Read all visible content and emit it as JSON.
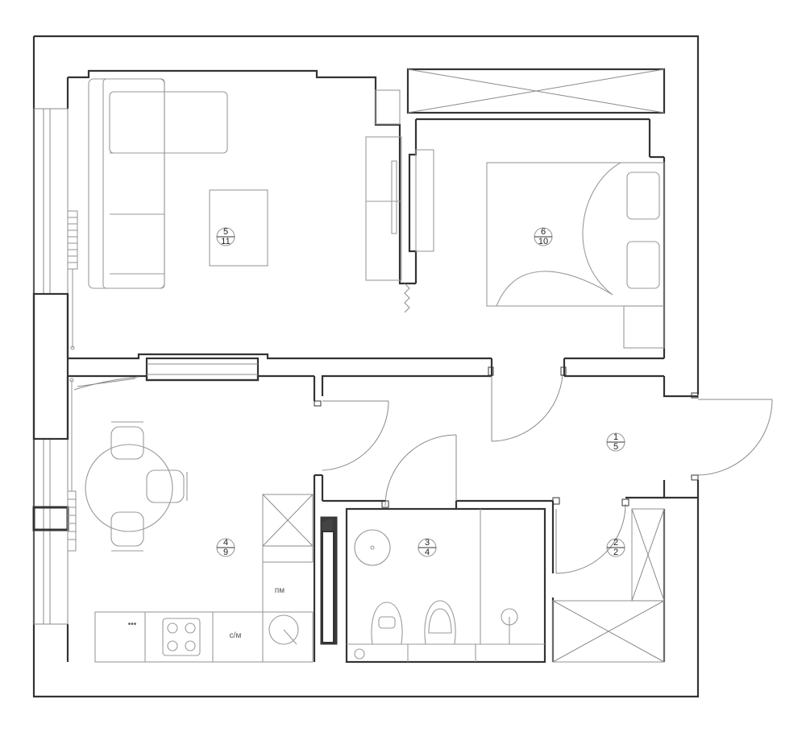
{
  "rooms": [
    {
      "number": "1",
      "area": "5"
    },
    {
      "number": "2",
      "area": "2"
    },
    {
      "number": "3",
      "area": "4"
    },
    {
      "number": "4",
      "area": "9"
    },
    {
      "number": "5",
      "area": "11"
    },
    {
      "number": "6",
      "area": "10"
    }
  ],
  "appliances": {
    "dishwasher": "пм",
    "washing_machine": "с/м",
    "hob_dots": "•••"
  }
}
